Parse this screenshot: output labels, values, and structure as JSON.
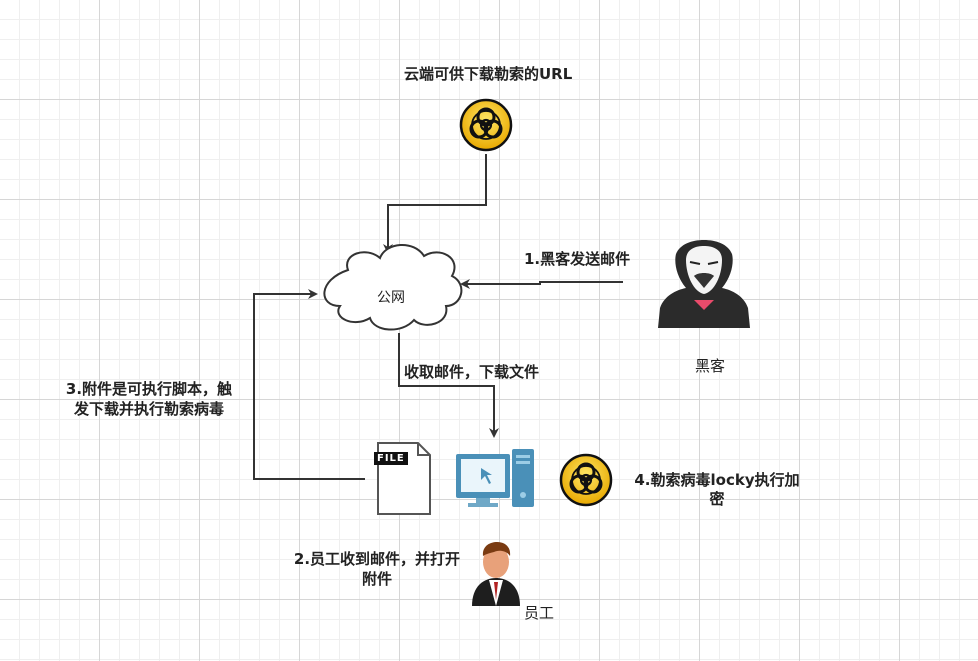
{
  "labels": {
    "cloud_url": "云端可供下载勒索的URL",
    "internet": "公网",
    "hacker": "黑客",
    "employee": "员工",
    "step1": "1.黑客发送邮件",
    "receive": "收取邮件，下载文件",
    "step3_line1": "3.附件是可执行脚本，触",
    "step3_line2": "发下载并执行勒索病毒",
    "step2_line1": "2.员工收到邮件，并打开",
    "step2_line2": "附件",
    "step4_line1": "4.勒索病毒locky执行加",
    "step4_line2": "密",
    "file_tag": "FILE"
  },
  "icons": {
    "biohazard_top": "biohazard-icon",
    "biohazard_right": "biohazard-icon",
    "hacker": "anonymous-hacker-icon",
    "file": "file-icon",
    "computer": "computer-icon",
    "employee": "businessman-icon",
    "cloud": "cloud-shape"
  },
  "colors": {
    "arrow": "#333333",
    "hazard_yellow": "#f5c211",
    "hazard_black": "#111111",
    "computer_blue": "#4a90b8",
    "hacker_dark": "#2b2b2b"
  }
}
